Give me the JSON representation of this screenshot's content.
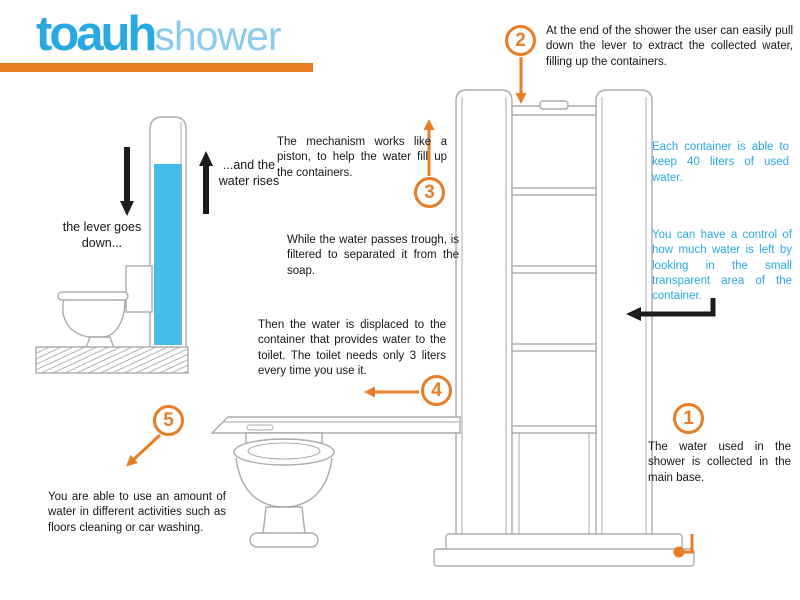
{
  "logo": {
    "brand": "toauh",
    "suffix": "shower"
  },
  "colors": {
    "accent_orange": "#E87D25",
    "brand_blue": "#29A9E1",
    "water_blue": "#45BCEA",
    "line_gray": "#A8ACAE"
  },
  "steps": {
    "step1": {
      "num": "1",
      "text": "The water used in the shower is collected in the main base."
    },
    "step2": {
      "num": "2",
      "text": "At the end of the shower the user can easily pull down the lever to extract the collected water, filling up the containers."
    },
    "step3": {
      "num": "3",
      "text": "The mechanism works like a piston, to help the water fill up the containers."
    },
    "step4": {
      "num": "4",
      "text": "Then the water is displaced to the container that provides water to the toilet. The toilet needs only 3 liters every time you use it."
    },
    "step5": {
      "num": "5",
      "text": "You are able to use an amount of water in different activities such as floors cleaning or car washing."
    }
  },
  "notes": {
    "filter": "While the water passes trough, is filtered to separated it from the soap.",
    "capacity": "Each container is able to keep 40 liters of used water.",
    "level": "You can have a control of how much water is left by looking in the small transparent area of the container."
  },
  "left_diagram": {
    "lever_label": "the lever goes down...",
    "rise_label": "...and the water rises"
  }
}
